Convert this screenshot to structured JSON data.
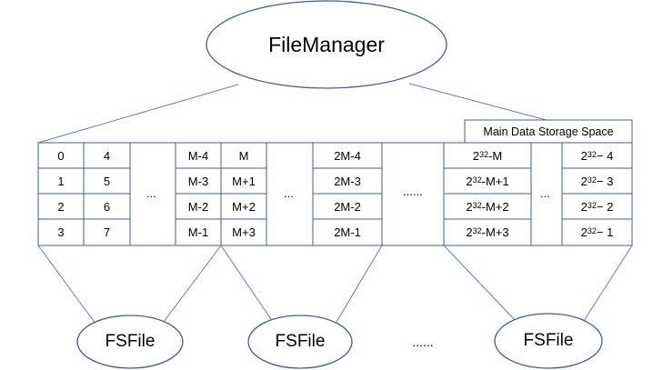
{
  "manager_label": "FileManager",
  "storage_label": "Main Data Storage Space",
  "file_label": "FSFile",
  "file_ellipsis": "......",
  "col_ellipsis_short": "...",
  "col_ellipsis_long": "......",
  "columns": [
    [
      "0",
      "1",
      "2",
      "3"
    ],
    [
      "4",
      "5",
      "6",
      "7"
    ],
    [
      "M-4",
      "M-3",
      "M-2",
      "M-1"
    ],
    [
      "M",
      "M+1",
      "M+2",
      "M+3"
    ],
    [
      "2M-4",
      "2M-3",
      "2M-2",
      "2M-1"
    ],
    [
      "2^32-M",
      "2^32-M+1",
      "2^32-M+2",
      "2^32-M+3"
    ],
    [
      "2^32 − 4",
      "2^32 − 3",
      "2^32 − 2",
      "2^32 − 1"
    ]
  ]
}
